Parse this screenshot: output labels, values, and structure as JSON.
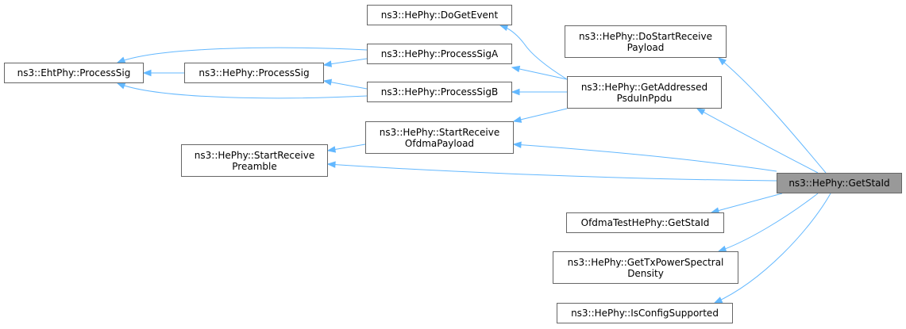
{
  "graph": {
    "edge_color": "#63b8ff",
    "node_border_color": "#666666",
    "focus_fill_color": "#999999",
    "nodes": {
      "eht_process_sig": {
        "lines": [
          "ns3::EhtPhy::ProcessSig"
        ]
      },
      "he_process_sig": {
        "lines": [
          "ns3::HePhy::ProcessSig"
        ]
      },
      "he_start_receive_preamble": {
        "lines": [
          "ns3::HePhy::StartReceive",
          "Preamble"
        ]
      },
      "he_do_get_event": {
        "lines": [
          "ns3::HePhy::DoGetEvent"
        ]
      },
      "he_process_sig_a": {
        "lines": [
          "ns3::HePhy::ProcessSigA"
        ]
      },
      "he_process_sig_b": {
        "lines": [
          "ns3::HePhy::ProcessSigB"
        ]
      },
      "he_start_receive_ofdma_payload": {
        "lines": [
          "ns3::HePhy::StartReceive",
          "OfdmaPayload"
        ]
      },
      "he_do_start_receive_payload": {
        "lines": [
          "ns3::HePhy::DoStartReceive",
          "Payload"
        ]
      },
      "he_get_addressed_psdu_in_ppdu": {
        "lines": [
          "ns3::HePhy::GetAddressed",
          "PsduInPpdu"
        ]
      },
      "ofdma_test_get_sta_id": {
        "lines": [
          "OfdmaTestHePhy::GetStaId"
        ]
      },
      "he_get_tx_power_spectral_density": {
        "lines": [
          "ns3::HePhy::GetTxPowerSpectral",
          "Density"
        ]
      },
      "he_is_config_supported": {
        "lines": [
          "ns3::HePhy::IsConfigSupported"
        ]
      },
      "he_get_sta_id": {
        "lines": [
          "ns3::HePhy::GetStaId"
        ]
      }
    },
    "edges": [
      {
        "from": "he_process_sig",
        "to": "eht_process_sig"
      },
      {
        "from": "he_process_sig_a",
        "to": "eht_process_sig"
      },
      {
        "from": "he_process_sig_b",
        "to": "eht_process_sig"
      },
      {
        "from": "he_process_sig_a",
        "to": "he_process_sig"
      },
      {
        "from": "he_process_sig_b",
        "to": "he_process_sig"
      },
      {
        "from": "he_start_receive_ofdma_payload",
        "to": "he_start_receive_preamble"
      },
      {
        "from": "he_get_addressed_psdu_in_ppdu",
        "to": "he_do_get_event"
      },
      {
        "from": "he_get_addressed_psdu_in_ppdu",
        "to": "he_process_sig_a"
      },
      {
        "from": "he_get_addressed_psdu_in_ppdu",
        "to": "he_process_sig_b"
      },
      {
        "from": "he_get_addressed_psdu_in_ppdu",
        "to": "he_start_receive_ofdma_payload"
      },
      {
        "from": "he_get_sta_id",
        "to": "he_do_start_receive_payload"
      },
      {
        "from": "he_get_sta_id",
        "to": "he_get_addressed_psdu_in_ppdu"
      },
      {
        "from": "he_get_sta_id",
        "to": "he_start_receive_ofdma_payload"
      },
      {
        "from": "he_get_sta_id",
        "to": "he_start_receive_preamble"
      },
      {
        "from": "he_get_sta_id",
        "to": "ofdma_test_get_sta_id"
      },
      {
        "from": "he_get_sta_id",
        "to": "he_get_tx_power_spectral_density"
      },
      {
        "from": "he_get_sta_id",
        "to": "he_is_config_supported"
      }
    ]
  }
}
